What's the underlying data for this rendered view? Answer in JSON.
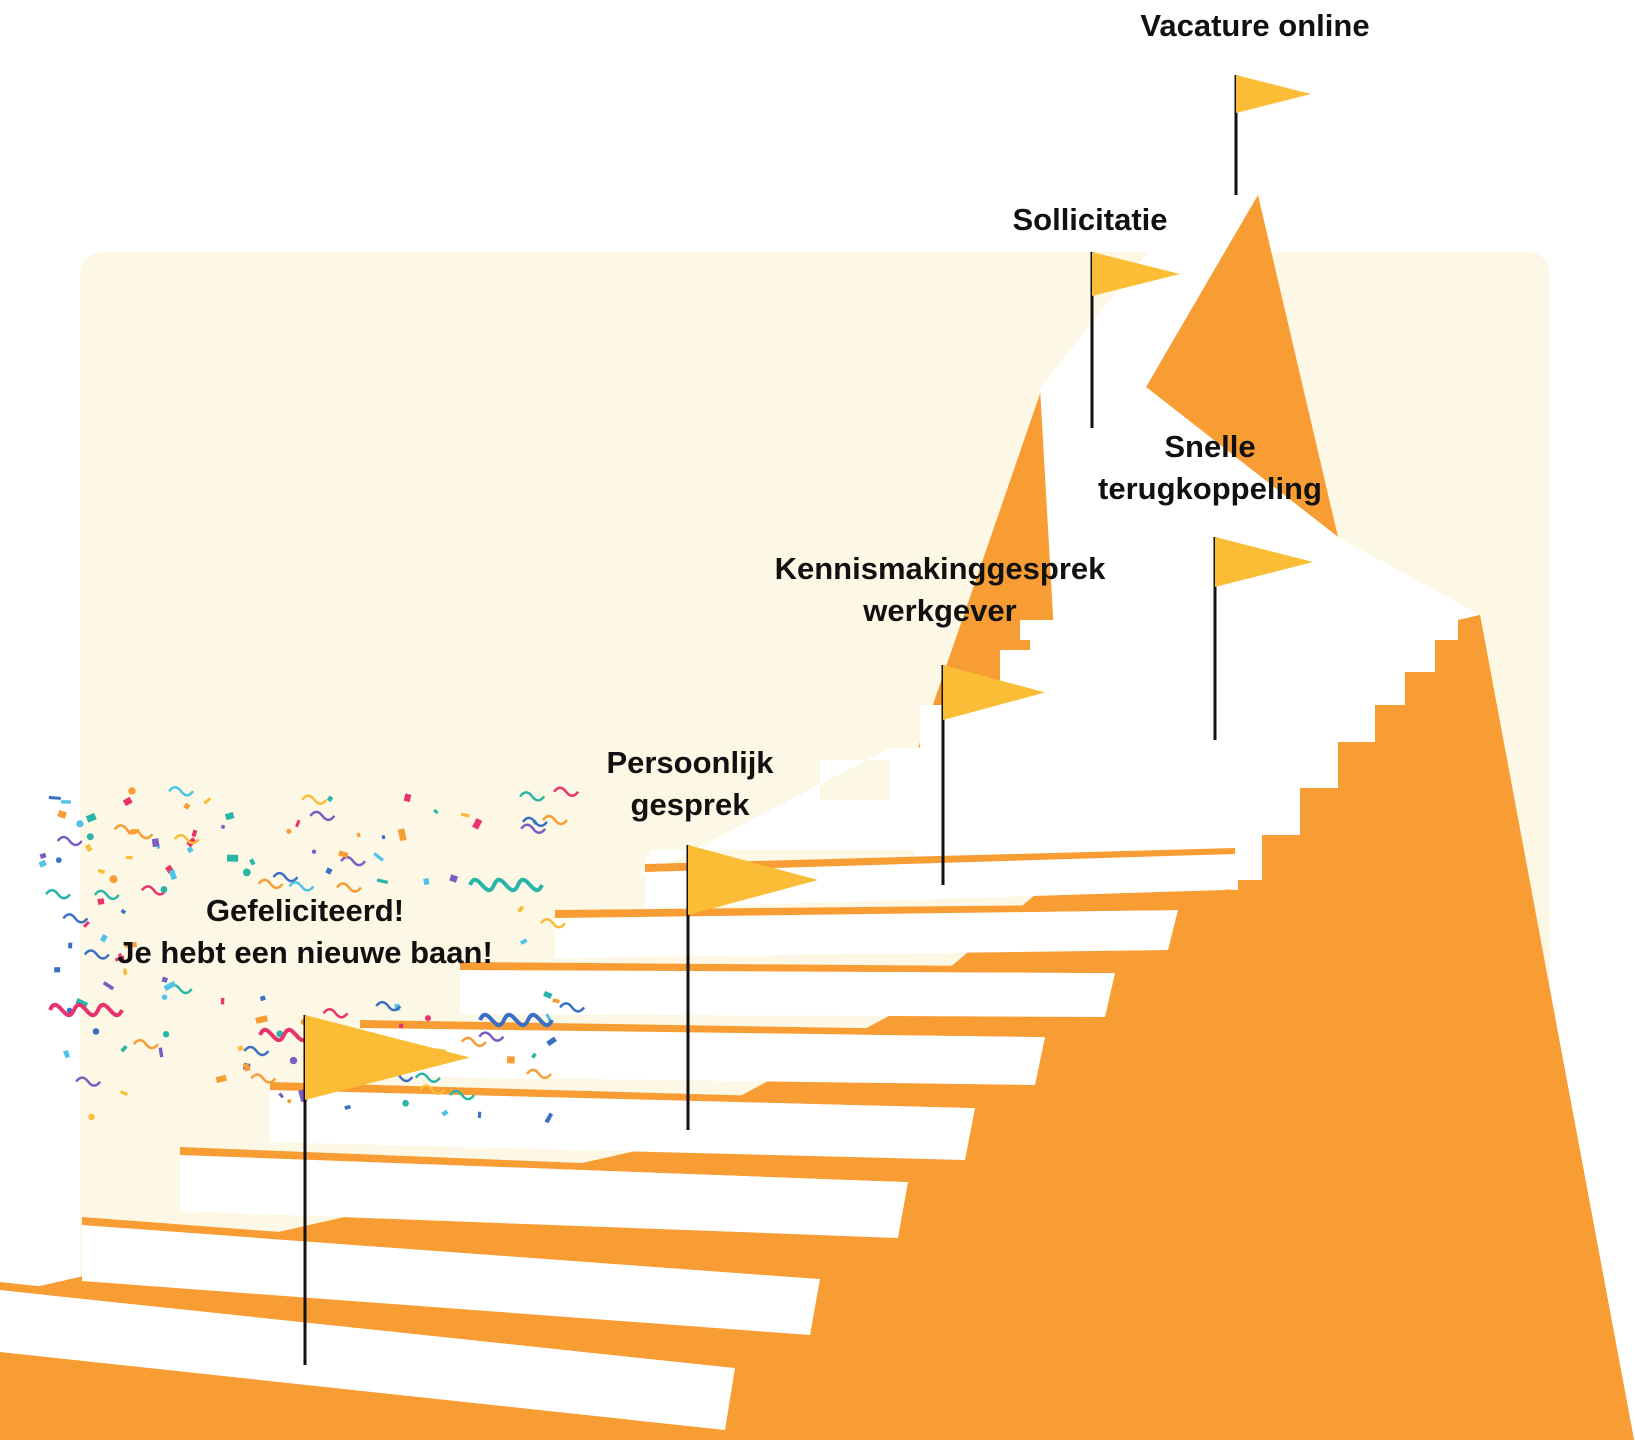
{
  "colors": {
    "panel": "#fdf8e6",
    "stair": "#f89c34",
    "tread": "#ffffff",
    "flag": "#fbbd36",
    "pole": "#111111",
    "text": "#111111"
  },
  "milestones": [
    {
      "id": "vacature",
      "lines": [
        "Vacature online"
      ]
    },
    {
      "id": "sollicitatie",
      "lines": [
        "Sollicitatie"
      ]
    },
    {
      "id": "terugkoppeling",
      "lines": [
        "Snelle",
        "terugkoppeling"
      ]
    },
    {
      "id": "kennismaking",
      "lines": [
        "Kennismakinggesprek",
        "werkgever"
      ]
    },
    {
      "id": "persoonlijk",
      "lines": [
        "Persoonlijk",
        "gesprek"
      ]
    },
    {
      "id": "gefeliciteerd",
      "lines": [
        "Gefeliciteerd!",
        "Je hebt een nieuwe baan!"
      ]
    }
  ],
  "icons": [
    "flag-icon",
    "confetti-icon"
  ]
}
